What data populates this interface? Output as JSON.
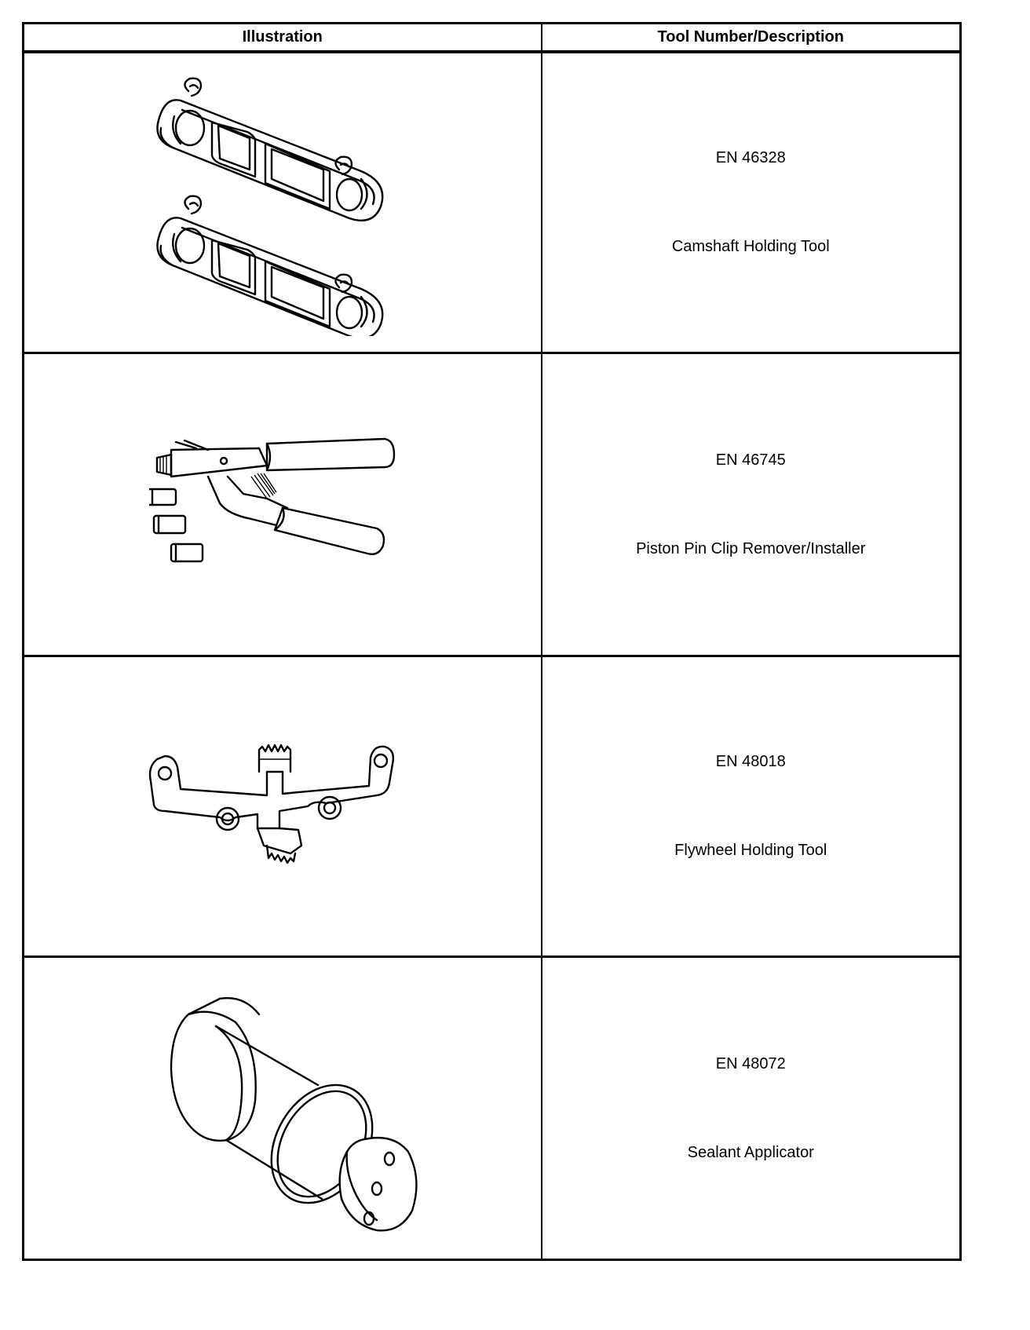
{
  "table": {
    "headers": {
      "illustration": "Illustration",
      "tool": "Tool Number/Description"
    },
    "rows": [
      {
        "number": "EN 46328",
        "name": "Camshaft Holding Tool",
        "illustration_icon": "camshaft-holding-tool-icon"
      },
      {
        "number": "EN 46745",
        "name": "Piston Pin Clip Remover/Installer",
        "illustration_icon": "piston-pin-clip-pliers-icon"
      },
      {
        "number": "EN 48018",
        "name": "Flywheel Holding Tool",
        "illustration_icon": "flywheel-holding-tool-icon"
      },
      {
        "number": "EN 48072",
        "name": "Sealant Applicator",
        "illustration_icon": "sealant-applicator-icon"
      }
    ]
  }
}
